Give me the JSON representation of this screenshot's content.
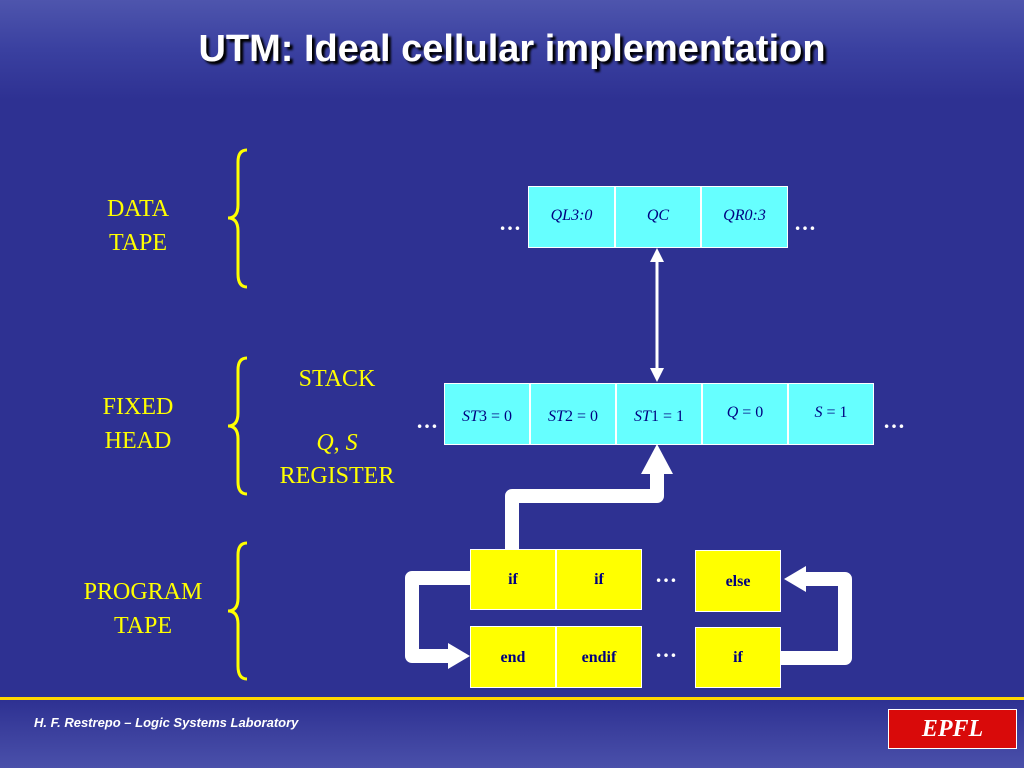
{
  "title": "UTM: Ideal cellular implementation",
  "labels": {
    "data_tape": [
      "DATA",
      "TAPE"
    ],
    "fixed_head": [
      "FIXED",
      "HEAD"
    ],
    "program_tape": [
      "PROGRAM",
      "TAPE"
    ],
    "stack": "STACK",
    "qs_q": "Q",
    "qs_sep": ", ",
    "qs_s": "S",
    "register": "REGISTER"
  },
  "data_tape_cells": [
    "QL3:0",
    "QC",
    "QR0:3"
  ],
  "fixed_head_cells": [
    {
      "var": "ST",
      "rest": "3 = 0"
    },
    {
      "var": "ST",
      "rest": "2 = 0"
    },
    {
      "var": "ST",
      "rest": "1 = 1"
    },
    {
      "var": "Q",
      "rest": " = 0"
    },
    {
      "var": "S",
      "rest": " = 1"
    }
  ],
  "program_tape": {
    "top_left": [
      "if",
      "if"
    ],
    "bottom_left": [
      "end",
      "endif"
    ],
    "top_right": "else",
    "bottom_right": "if"
  },
  "ellipsis": "…",
  "footer": {
    "credit": "H. F. Restrepo – Logic Systems Laboratory",
    "logo_text": "EPFL"
  },
  "colors": {
    "background": "#2e3192",
    "label_yellow": "#ffff00",
    "cyan_cell": "#66ffff",
    "yellow_cell": "#ffff00",
    "cell_text": "#000080"
  }
}
